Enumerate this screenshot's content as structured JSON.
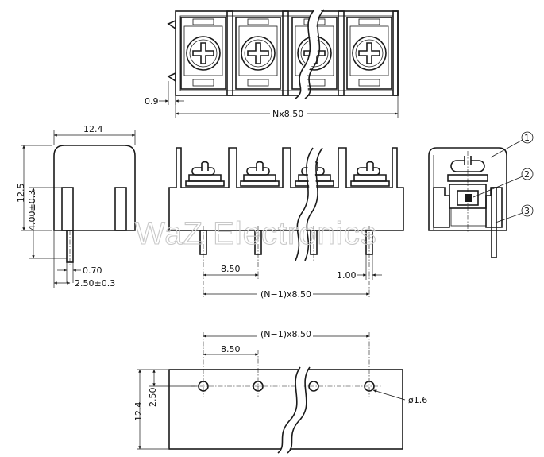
{
  "labels": {
    "top_pin_offset": "0.9",
    "total_width": "Nx8.50",
    "side_width": "12.4",
    "side_height": "12.5",
    "pin_length": "4.00±0.3",
    "pin_thickness": "0.70",
    "pin_offset": "2.50±0.3",
    "front_pitch": "8.50",
    "pin_width": "1.00",
    "front_span": "(N−1)x8.50",
    "pcb_span": "(N−1)x8.50",
    "pcb_pitch": "8.50",
    "pcb_depth": "12.4",
    "pcb_row_offset": "2.50",
    "hole_diameter": "ø1.6"
  },
  "callouts": [
    "1",
    "2",
    "3"
  ],
  "watermark": "WaZ Electronics"
}
